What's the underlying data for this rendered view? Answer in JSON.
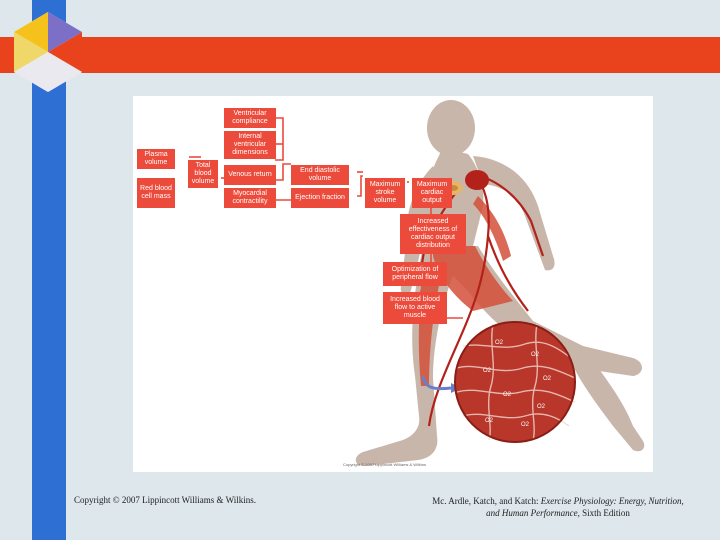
{
  "slide": {
    "copyright": "Copyright © 2007 Lippincott Williams & Wilkins.",
    "citation_authors": "Mc. Ardle, Katch, and Katch: ",
    "citation_title": "Exercise Physiology: Energy, Nutrition, and Human Performance,",
    "citation_edition": " Sixth Edition"
  },
  "diagram": {
    "figure_copyright": "Copyright © 2007 Lippincott Williams & Wilkins",
    "boxes": {
      "ventricular_compliance": "Ventricular compliance",
      "internal_ventricular_dimensions": "Internal ventricular dimensions",
      "plasma_volume": "Plasma volume",
      "total_blood_volume": "Total blood volume",
      "venous_return": "Venous return",
      "end_diastolic_volume": "End diastolic volume",
      "red_blood_cell_mass": "Red blood cell mass",
      "myocardial_contractility": "Myocardial contractility",
      "ejection_fraction": "Ejection fraction",
      "maximum_stroke_volume": "Maximum stroke volume",
      "maximum_cardiac_output": "Maximum cardiac output",
      "increased_effectiveness": "Increased effectiveness of cardiac output distribution",
      "optimization_peripheral_flow": "Optimization of peripheral flow",
      "increased_blood_flow": "Increased blood flow to active muscle"
    },
    "o2_label": "O2",
    "colors": {
      "box": "#ec4a3a",
      "runner": "#c9b6ab",
      "muscle": "#d4503a",
      "accent_blue": "#2e6fd4",
      "accent_red": "#e8431d"
    }
  }
}
